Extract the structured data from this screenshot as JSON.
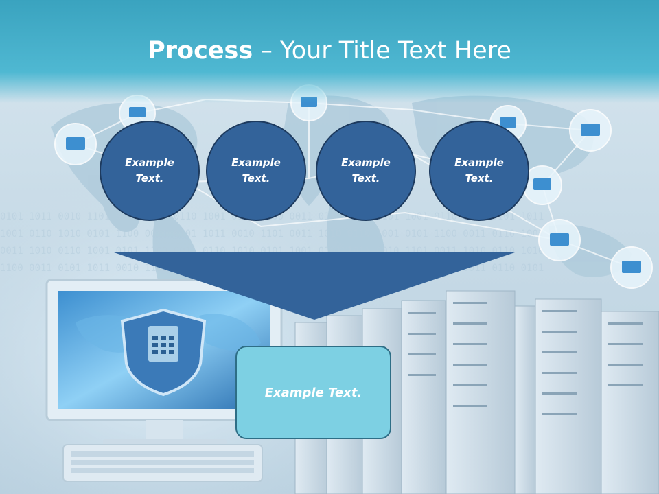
{
  "slide": {
    "title_bold": "Process",
    "title_rest": " – Your Title Text Here"
  },
  "circles": [
    {
      "label": "Example Text."
    },
    {
      "label": "Example Text."
    },
    {
      "label": "Example Text."
    },
    {
      "label": "Example Text."
    }
  ],
  "result_box": {
    "label": "Example Text."
  },
  "colors": {
    "title_bar": "#4fb8d2",
    "circle_fill": "#33639a",
    "circle_border": "#1d3a5e",
    "funnel_fill": "#33639a",
    "result_fill": "#7dd0e3",
    "result_border": "#2e6e86"
  },
  "icons": {
    "background": "network-world-map-servers-computer-illustration",
    "monitor_shield": "shield-icon"
  }
}
